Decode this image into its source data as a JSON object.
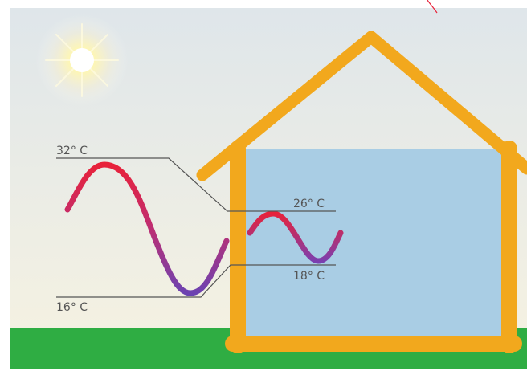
{
  "labels": {
    "outside_max": "32° C",
    "outside_min": "16° C",
    "inside_max": "26° C",
    "inside_min": "18° C"
  },
  "colors": {
    "sky_top": "#dfe6ea",
    "sky_bottom": "#f3f1e4",
    "ground": "#2fad43",
    "house": "#f2a81d",
    "interior": "#a9cde4",
    "wave_hot": "#e8223a",
    "wave_cold": "#6a43b3",
    "sun": "#fff6a8",
    "leader_line": "#555555"
  }
}
